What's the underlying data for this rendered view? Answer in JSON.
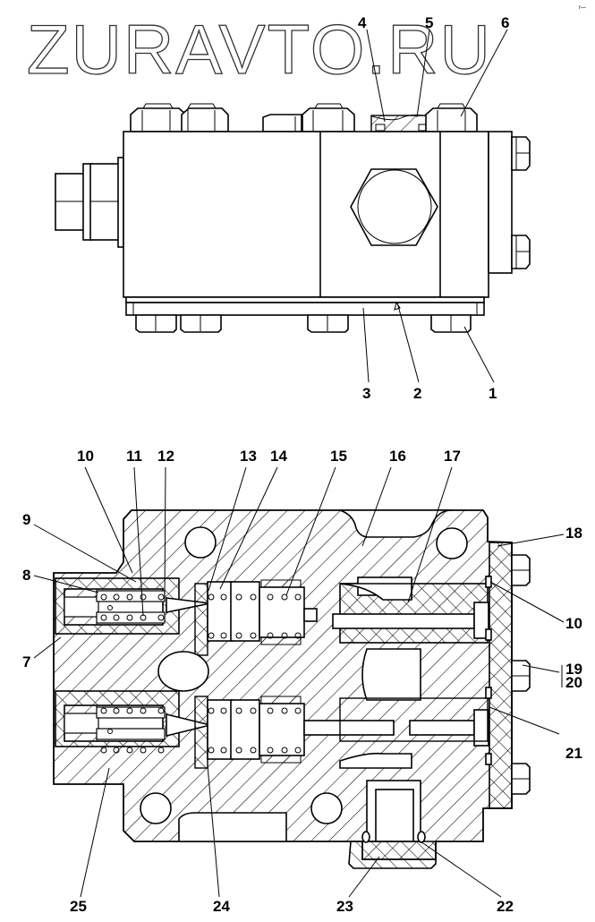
{
  "watermark": "ZURAVTO.RU",
  "corner_mark": "r—",
  "top_view": {
    "callouts": [
      {
        "id": "c1",
        "label": "1"
      },
      {
        "id": "c2",
        "label": "2"
      },
      {
        "id": "c3",
        "label": "3"
      },
      {
        "id": "c4",
        "label": "4"
      },
      {
        "id": "c5",
        "label": "5"
      },
      {
        "id": "c6",
        "label": "6"
      }
    ]
  },
  "section_view": {
    "callouts": [
      {
        "id": "c7",
        "label": "7"
      },
      {
        "id": "c8",
        "label": "8"
      },
      {
        "id": "c9",
        "label": "9"
      },
      {
        "id": "c10a",
        "label": "10"
      },
      {
        "id": "c11",
        "label": "11"
      },
      {
        "id": "c12",
        "label": "12"
      },
      {
        "id": "c13",
        "label": "13"
      },
      {
        "id": "c14",
        "label": "14"
      },
      {
        "id": "c15",
        "label": "15"
      },
      {
        "id": "c16",
        "label": "16"
      },
      {
        "id": "c17",
        "label": "17"
      },
      {
        "id": "c18",
        "label": "18"
      },
      {
        "id": "c10b",
        "label": "10"
      },
      {
        "id": "c19",
        "label": "19"
      },
      {
        "id": "c20",
        "label": "20"
      },
      {
        "id": "c21",
        "label": "21"
      },
      {
        "id": "c22",
        "label": "22"
      },
      {
        "id": "c23",
        "label": "23"
      },
      {
        "id": "c24",
        "label": "24"
      },
      {
        "id": "c25",
        "label": "25"
      }
    ]
  },
  "colors": {
    "line": "#000000",
    "background": "#ffffff",
    "watermark_stroke": "#333333"
  }
}
